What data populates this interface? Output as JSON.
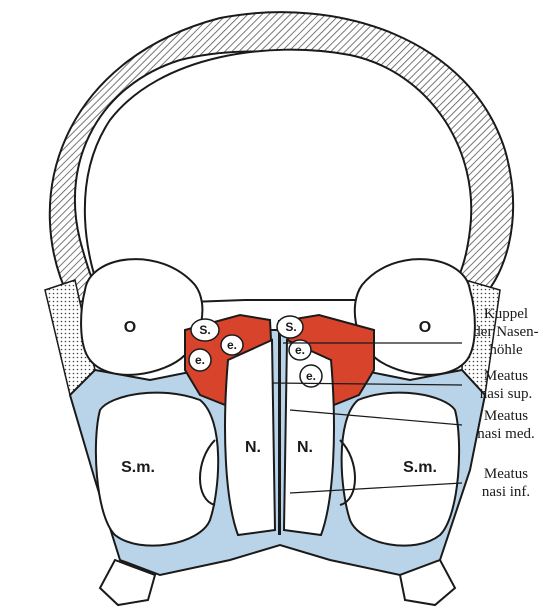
{
  "colors": {
    "bone_hatch": "#9a9a9a",
    "mucosa_red": "#d8432c",
    "sinus_blue": "#b9d3e8",
    "outline": "#1a1a1a",
    "background": "#ffffff"
  },
  "region_labels": {
    "orbit_left": "O",
    "orbit_right": "O",
    "sinus_left": "S.m.",
    "sinus_right": "S.m.",
    "nasal_left": "N.",
    "nasal_right": "N.",
    "sph_left": "S.",
    "sph_right": "S.",
    "eth_left_1": "e.",
    "eth_left_2": "e.",
    "eth_right_1": "e.",
    "eth_right_2": "e."
  },
  "annotations": [
    {
      "id": "kuppel",
      "lines": [
        "Kuppel",
        "der Nasen-",
        "höhle"
      ]
    },
    {
      "id": "meatus-sup",
      "lines": [
        "Meatus",
        "nasi sup."
      ]
    },
    {
      "id": "meatus-med",
      "lines": [
        "Meatus",
        "nasi med."
      ]
    },
    {
      "id": "meatus-inf",
      "lines": [
        "Meatus",
        "nasi inf."
      ]
    }
  ]
}
